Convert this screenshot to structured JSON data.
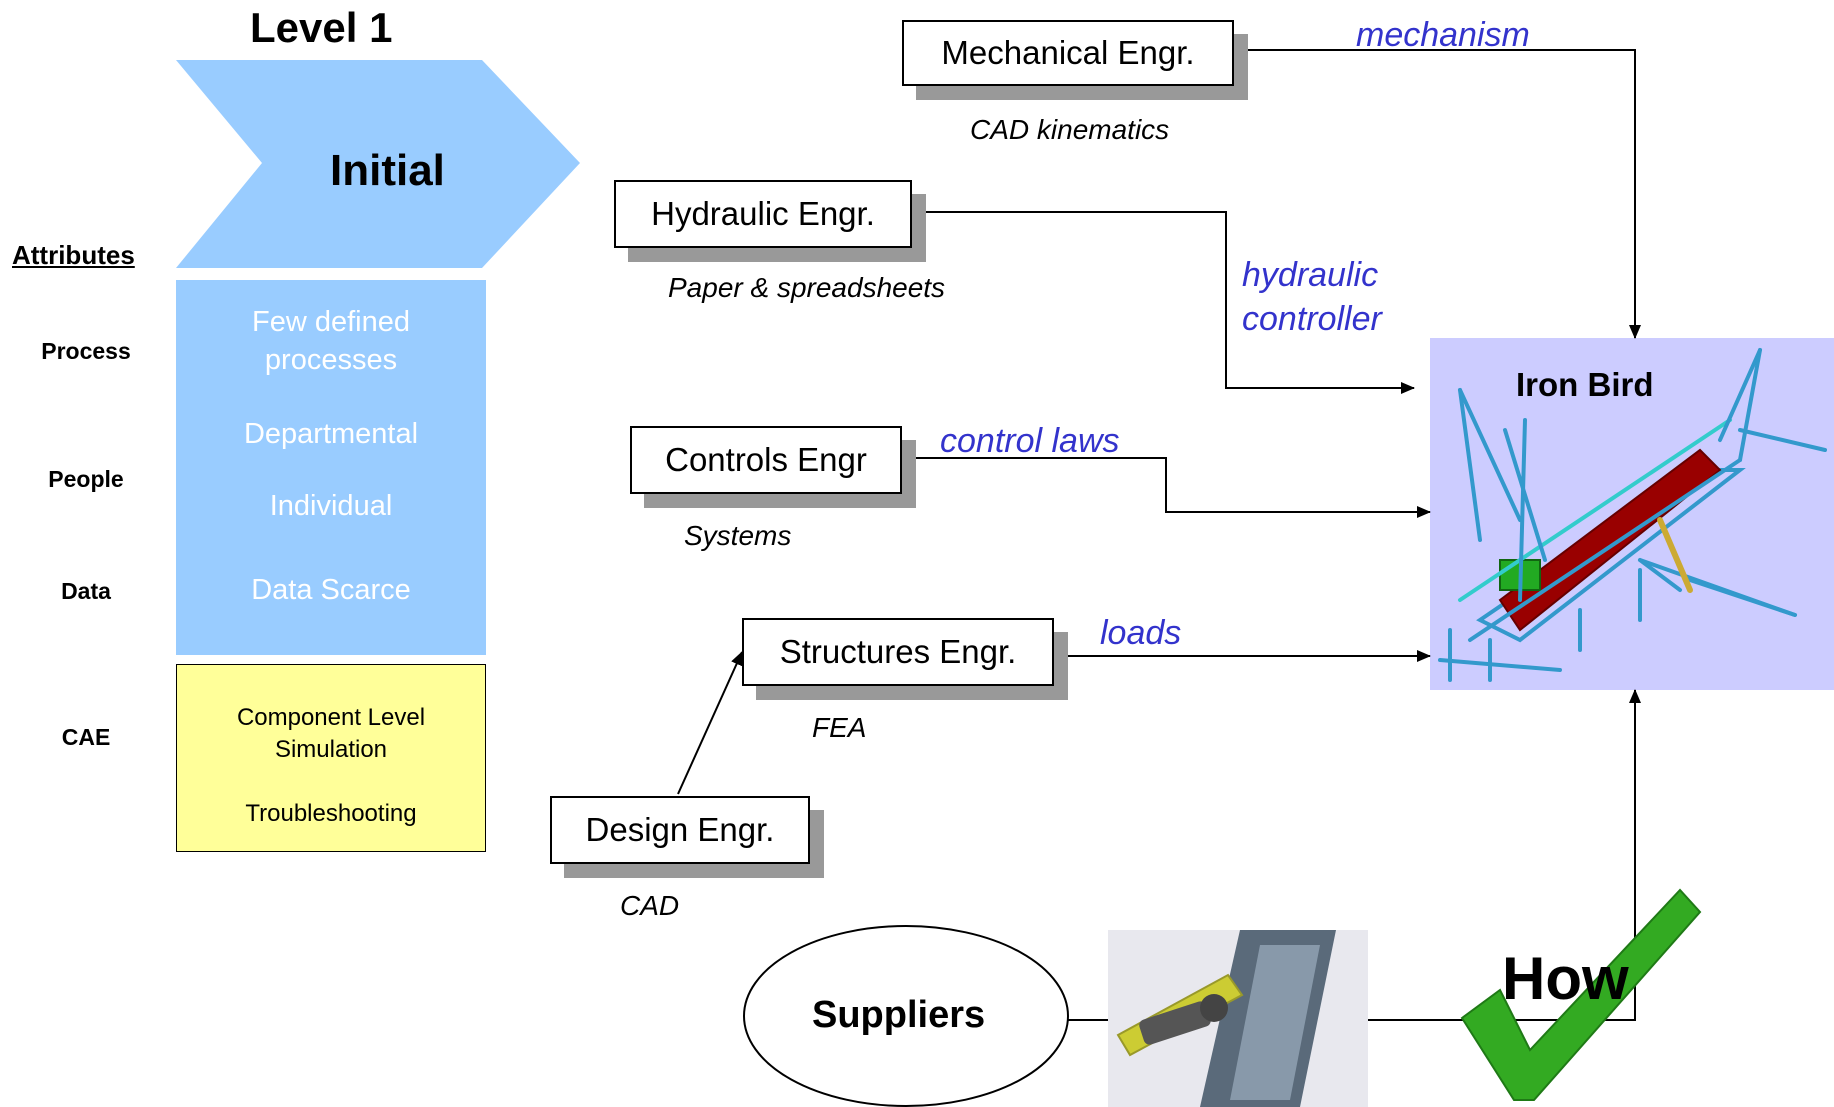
{
  "level": {
    "title": "Level 1",
    "stage": "Initial"
  },
  "attributes": {
    "heading": "Attributes",
    "items": [
      "Process",
      "People",
      "Data",
      "CAE"
    ]
  },
  "panel": {
    "process": [
      "Few defined",
      "processes"
    ],
    "people": [
      "Departmental",
      "Individual"
    ],
    "data": "Data Scarce",
    "cae": [
      "Component Level",
      "Simulation",
      "Troubleshooting"
    ]
  },
  "roles": {
    "mechanical": {
      "label": "Mechanical Engr.",
      "tool": "CAD kinematics",
      "output": "mechanism"
    },
    "hydraulic": {
      "label": "Hydraulic Engr.",
      "tool": "Paper & spreadsheets",
      "output": [
        "hydraulic",
        "controller"
      ]
    },
    "controls": {
      "label": "Controls Engr",
      "tool": "Systems",
      "output": "control laws"
    },
    "structures": {
      "label": "Structures Engr.",
      "tool": "FEA",
      "output": "loads"
    },
    "design": {
      "label": "Design Engr.",
      "tool": "CAD"
    }
  },
  "target": {
    "label": "Iron Bird"
  },
  "suppliers": {
    "label": "Suppliers"
  },
  "question": {
    "label": "How"
  },
  "colors": {
    "chevron": "#99ccff",
    "panel": "#99ccff",
    "cae_panel": "#ffff99",
    "flow_text": "#3333cc",
    "iron_bird_bg": "#ccccff",
    "frame": "#3399cc",
    "frame_accent": "#33cccc",
    "body_red": "#990000",
    "check": "#33aa22"
  }
}
